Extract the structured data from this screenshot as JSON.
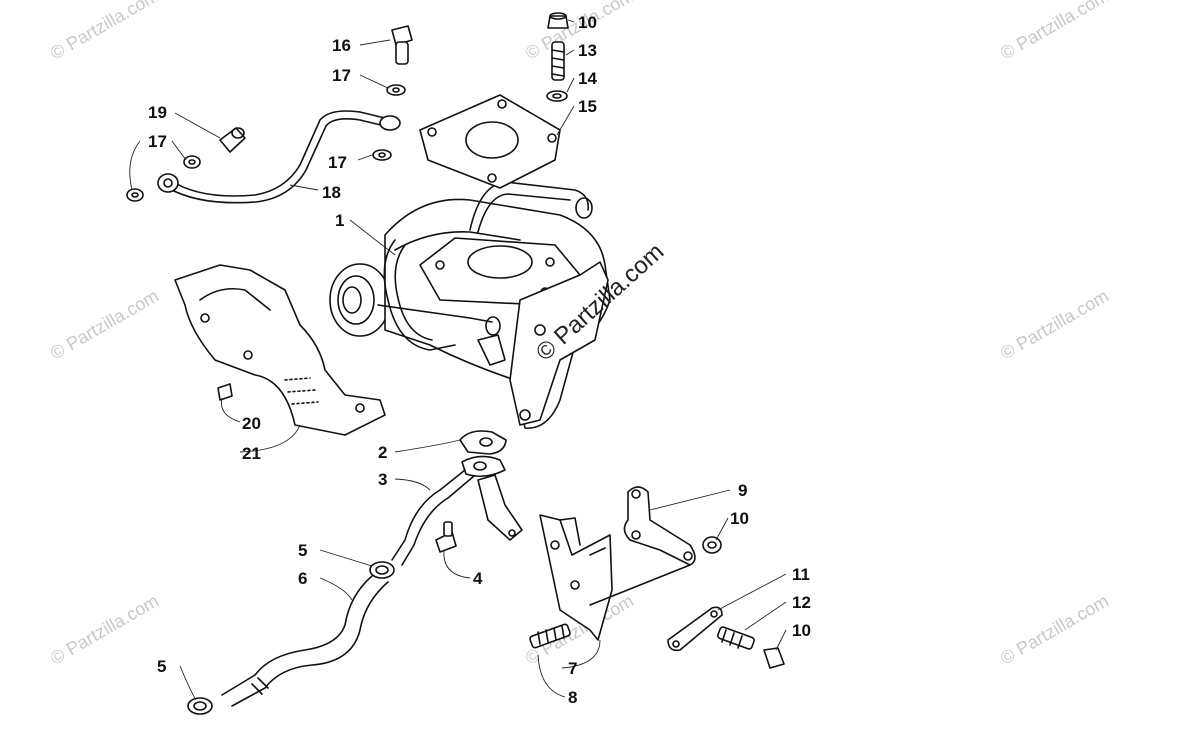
{
  "watermark": {
    "text": "© Partzilla.com"
  },
  "callouts": [
    {
      "id": "c1",
      "label": "1"
    },
    {
      "id": "c2",
      "label": "2"
    },
    {
      "id": "c3",
      "label": "3"
    },
    {
      "id": "c4",
      "label": "4"
    },
    {
      "id": "c5a",
      "label": "5"
    },
    {
      "id": "c5b",
      "label": "5"
    },
    {
      "id": "c6",
      "label": "6"
    },
    {
      "id": "c7",
      "label": "7"
    },
    {
      "id": "c8",
      "label": "8"
    },
    {
      "id": "c9",
      "label": "9"
    },
    {
      "id": "c10a",
      "label": "10"
    },
    {
      "id": "c10b",
      "label": "10"
    },
    {
      "id": "c10c",
      "label": "10"
    },
    {
      "id": "c11",
      "label": "11"
    },
    {
      "id": "c12",
      "label": "12"
    },
    {
      "id": "c13",
      "label": "13"
    },
    {
      "id": "c14",
      "label": "14"
    },
    {
      "id": "c15",
      "label": "15"
    },
    {
      "id": "c16",
      "label": "16"
    },
    {
      "id": "c17a",
      "label": "17"
    },
    {
      "id": "c17b",
      "label": "17"
    },
    {
      "id": "c17c",
      "label": "17"
    },
    {
      "id": "c18",
      "label": "18"
    },
    {
      "id": "c19",
      "label": "19"
    },
    {
      "id": "c20",
      "label": "20"
    },
    {
      "id": "c21",
      "label": "21"
    }
  ]
}
